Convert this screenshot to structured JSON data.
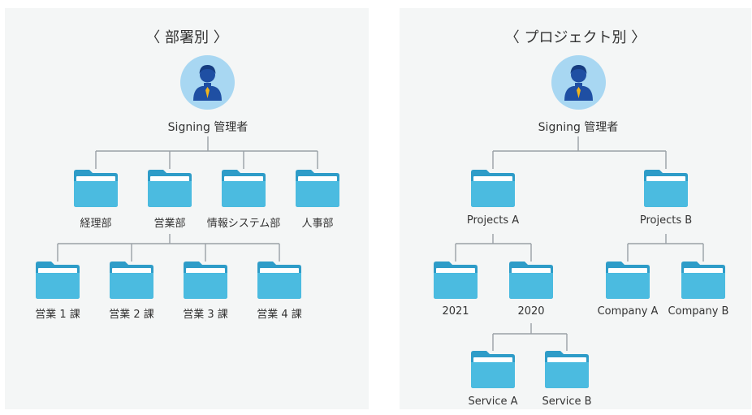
{
  "departments": {
    "title": "〈 部署別 〉",
    "root": "Signing 管理者",
    "level1": [
      "経理部",
      "営業部",
      "情報システム部",
      "人事部"
    ],
    "level2": [
      "営業 1 課",
      "営業 2 課",
      "営業 3 課",
      "営業 4 課"
    ]
  },
  "projects": {
    "title": "〈 プロジェクト別 〉",
    "root": "Signing 管理者",
    "level1": [
      "Projects A",
      "Projects B"
    ],
    "level2_a": [
      "2021",
      "2020"
    ],
    "level2_b": [
      "Company A",
      "Company B"
    ],
    "level3": [
      "Service A",
      "Service B"
    ]
  },
  "colors": {
    "folder_front": "#4bbbe0",
    "folder_back": "#2e9cc8",
    "folder_paper": "#ffffff",
    "avatar_bg": "#a8d7f2",
    "person": "#1f4fa3",
    "tie": "#f2b51b",
    "connector": "#9aa0a6"
  }
}
